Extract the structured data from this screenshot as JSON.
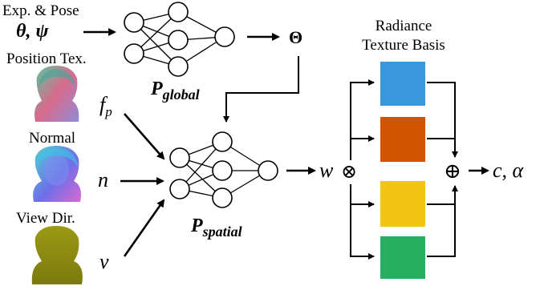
{
  "inputs": {
    "exp_pose_label": "Exp. & Pose",
    "theta_psi": "θ, ψ",
    "position_tex_label": "Position Tex.",
    "normal_label": "Normal",
    "view_dir_label": "View Dir."
  },
  "symbols": {
    "f_p_base": "f",
    "f_p_sub": "p",
    "n": "n",
    "v": "v",
    "Theta": "Θ",
    "w": "w",
    "otimes": "⊗",
    "oplus": "⊕",
    "output": "c, α"
  },
  "networks": {
    "global_base": "P",
    "global_sub": "global",
    "spatial_base": "P",
    "spatial_sub": "spatial"
  },
  "basis": {
    "title_line1": "Radiance",
    "title_line2": "Texture Basis",
    "colors": [
      "#3b97db",
      "#d35400",
      "#f2c413",
      "#27ae60"
    ]
  },
  "head_colors": {
    "position": [
      "#55c9a0",
      "#d86a8c",
      "#8f8cd6"
    ],
    "normal": [
      "#4fd6d0",
      "#6e6ee8",
      "#d86ad0"
    ],
    "view": [
      "#9b9a16",
      "#7c7a0c"
    ]
  }
}
